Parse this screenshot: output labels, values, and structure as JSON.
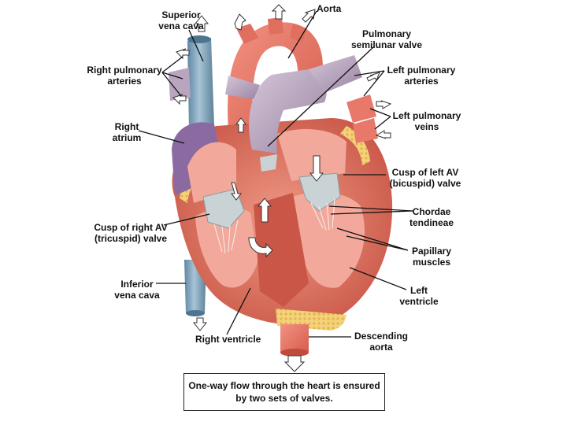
{
  "labels": {
    "superior_vena_cava": [
      "Superior",
      "vena cava"
    ],
    "aorta": [
      "Aorta"
    ],
    "pulmonary_semilunar_valve": [
      "Pulmonary",
      "semilunar valve"
    ],
    "right_pulmonary_arteries": [
      "Right pulmonary",
      "arteries"
    ],
    "left_pulmonary_arteries": [
      "Left pulmonary",
      "arteries"
    ],
    "left_pulmonary_veins": [
      "Left pulmonary",
      "veins"
    ],
    "right_atrium": [
      "Right",
      "atrium"
    ],
    "cusp_left_av": [
      "Cusp of left AV",
      "(bicuspid) valve"
    ],
    "chordae_tendineae": [
      "Chordae",
      "tendineae"
    ],
    "cusp_right_av": [
      "Cusp of right AV",
      "(tricuspid) valve"
    ],
    "papillary_muscles": [
      "Papillary",
      "muscles"
    ],
    "inferior_vena_cava": [
      "Inferior",
      "vena cava"
    ],
    "left_ventricle": [
      "Left",
      "ventricle"
    ],
    "right_ventricle": [
      "Right ventricle"
    ],
    "descending_aorta": [
      "Descending",
      "aorta"
    ]
  },
  "caption": [
    "One-way flow through the heart is ensured",
    "by two sets of valves."
  ],
  "colors": {
    "vein_blue": "#7fa3bd",
    "artery_red": "#e8786a",
    "pulmonary_lavender": "#b9a5bf",
    "atrium_purple": "#8a6aa0",
    "muscle": "#d9705f",
    "chamber_inner": "#f2a99b",
    "fat_yellow": "#f2d27a",
    "valve_gray": "#c9d3d6"
  }
}
